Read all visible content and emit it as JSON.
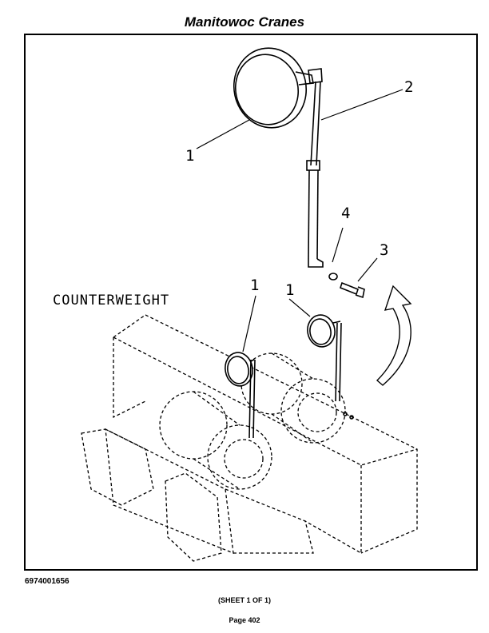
{
  "header": {
    "title": "Manitowoc Cranes"
  },
  "diagram": {
    "callouts": [
      "1",
      "2",
      "4",
      "3",
      "1",
      "1"
    ],
    "counterweight_label": "COUNTERWEIGHT"
  },
  "footer": {
    "part_number": "6974001656",
    "sheet": "(SHEET 1 OF 1)",
    "page": "Page 402"
  }
}
